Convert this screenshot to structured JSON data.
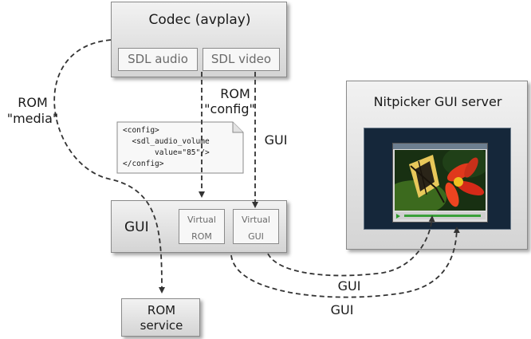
{
  "codec": {
    "title": "Codec (avplay)",
    "sdl_audio": "SDL audio",
    "sdl_video": "SDL video"
  },
  "nitpicker": {
    "title": "Nitpicker GUI server"
  },
  "gui": {
    "title": "GUI",
    "virtual_rom_line1": "Virtual",
    "virtual_rom_line2": "ROM",
    "virtual_gui_line1": "Virtual",
    "virtual_gui_line2": "GUI"
  },
  "rom_service": {
    "line1": "ROM",
    "line2": "service"
  },
  "config_doc": {
    "line1": "<config>",
    "line2": "  <sdl_audio_volume",
    "line3": "       value=\"85\"/>",
    "line4": "</config>"
  },
  "labels": {
    "rom_media_1": "ROM",
    "rom_media_2": "\"media\"",
    "rom_config_1": "ROM",
    "rom_config_2": "\"config\"",
    "gui_vertical": "GUI",
    "gui_bottom_1": "GUI",
    "gui_bottom_2": "GUI"
  },
  "colors": {
    "screen_bg": "#15273a",
    "arrow": "#333333"
  }
}
